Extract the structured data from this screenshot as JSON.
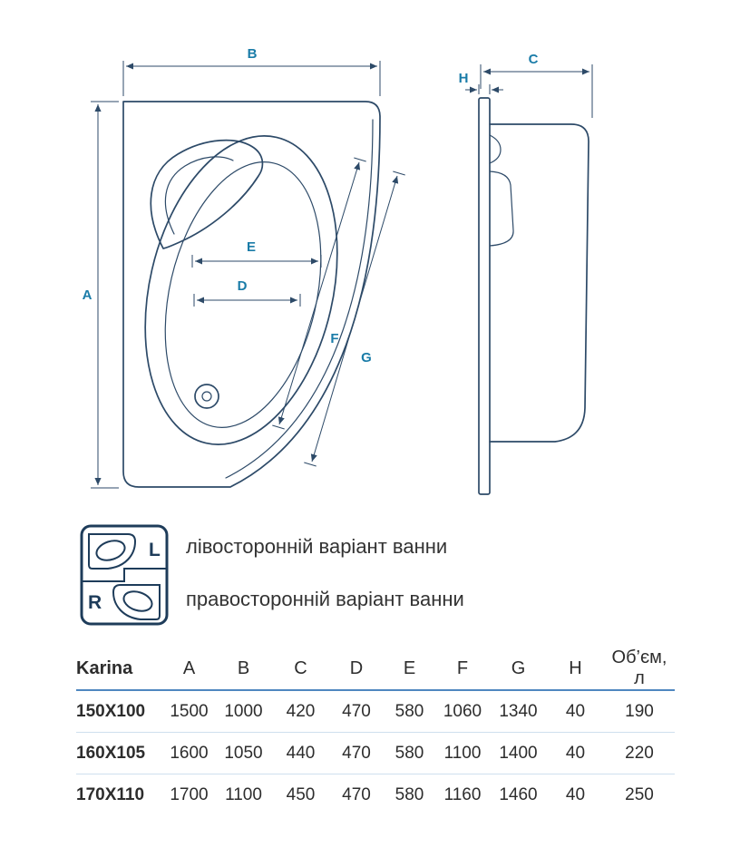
{
  "colors": {
    "drawing_line": "#2d4a68",
    "dimension_label": "#1a7ca8",
    "icon_navy": "#1e3c5a",
    "header_rule": "#4f87c0",
    "row_rule": "#cfe0ee",
    "text": "#2d2d2d"
  },
  "drawing": {
    "plan_labels": {
      "A": "A",
      "B": "B",
      "D": "D",
      "E": "E",
      "F": "F",
      "G": "G"
    },
    "side_labels": {
      "C": "C",
      "H": "H"
    }
  },
  "legend": {
    "left": {
      "letter": "L",
      "text": "лівосторонній варіант ванни"
    },
    "right": {
      "letter": "R",
      "text": "правосторонній варіант ванни"
    }
  },
  "table": {
    "headers": [
      "Karina",
      "A",
      "B",
      "C",
      "D",
      "E",
      "F",
      "G",
      "H",
      "Об’єм, л"
    ],
    "rows": [
      {
        "size": "150X100",
        "values": [
          "1500",
          "1000",
          "420",
          "470",
          "580",
          "1060",
          "1340",
          "40",
          "190"
        ]
      },
      {
        "size": "160X105",
        "values": [
          "1600",
          "1050",
          "440",
          "470",
          "580",
          "1100",
          "1400",
          "40",
          "220"
        ]
      },
      {
        "size": "170X110",
        "values": [
          "1700",
          "1100",
          "450",
          "470",
          "580",
          "1160",
          "1460",
          "40",
          "250"
        ]
      }
    ]
  }
}
